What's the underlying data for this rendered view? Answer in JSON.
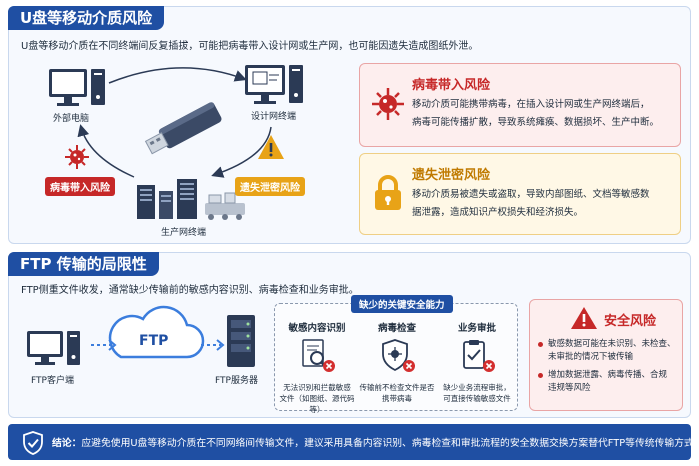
{
  "section1": {
    "title": "U盘等移动介质风险",
    "desc": "U盘等移动介质在不同终端间反复插拔，可能把病毒带入设计网或生产网，也可能因遗失造成图纸外泄。",
    "labels": {
      "external_pc": "外部电脑",
      "design_terminal": "设计网终端",
      "production_terminal": "生产网终端"
    },
    "tags": {
      "virus": "病毒带入风险",
      "leak": "遗失泄密风险"
    },
    "card_virus": {
      "title": "病毒带入风险",
      "lines": [
        "移动介质可能携带病毒，在插入设计网或生产网终端后，",
        "病毒可能传播扩散，导致系统瘫痪、数据损坏、生产中断。"
      ]
    },
    "card_leak": {
      "title": "遗失泄密风险",
      "lines": [
        "移动介质易被遗失或盗取，导致内部图纸、文档等敏感数",
        "据泄露，造成知识产权损失和经济损失。"
      ]
    }
  },
  "section2": {
    "title": "FTP 传输的局限性",
    "desc": "FTP侧重文件收发，通常缺少传输前的敏感内容识别、病毒检查和业务审批。",
    "labels": {
      "client": "FTP客户端",
      "server": "FTP服务器",
      "ftp": "FTP"
    },
    "capabilities": {
      "title": "缺少的关键安全能力",
      "items": [
        {
          "title": "敏感内容识别",
          "lines": [
            "无法识别和拦截敏感",
            "文件（如图纸、源代码等）"
          ]
        },
        {
          "title": "病毒检查",
          "lines": [
            "传输前不检查文件是否",
            "携带病毒"
          ]
        },
        {
          "title": "业务审批",
          "lines": [
            "缺少业务流程审批，",
            "可直接传输敏感文件"
          ]
        }
      ]
    },
    "card_security": {
      "title": "安全风险",
      "bullets": [
        [
          "敏感数据可能在未识别、未检查、",
          "未审批的情况下被传输"
        ],
        [
          "增加数据泄露、病毒传播、合规",
          "违规等风险"
        ]
      ]
    }
  },
  "conclusion": {
    "label": "结论：",
    "text": "应避免使用U盘等移动介质在不同网络间传输文件，建议采用具备内容识别、病毒检查和审批流程的安全数据交换方案替代FTP等传统传输方式。"
  },
  "colors": {
    "brand_blue": "#1f4fa3",
    "risk_red": "#c62828",
    "warn_orange": "#e8a317"
  }
}
